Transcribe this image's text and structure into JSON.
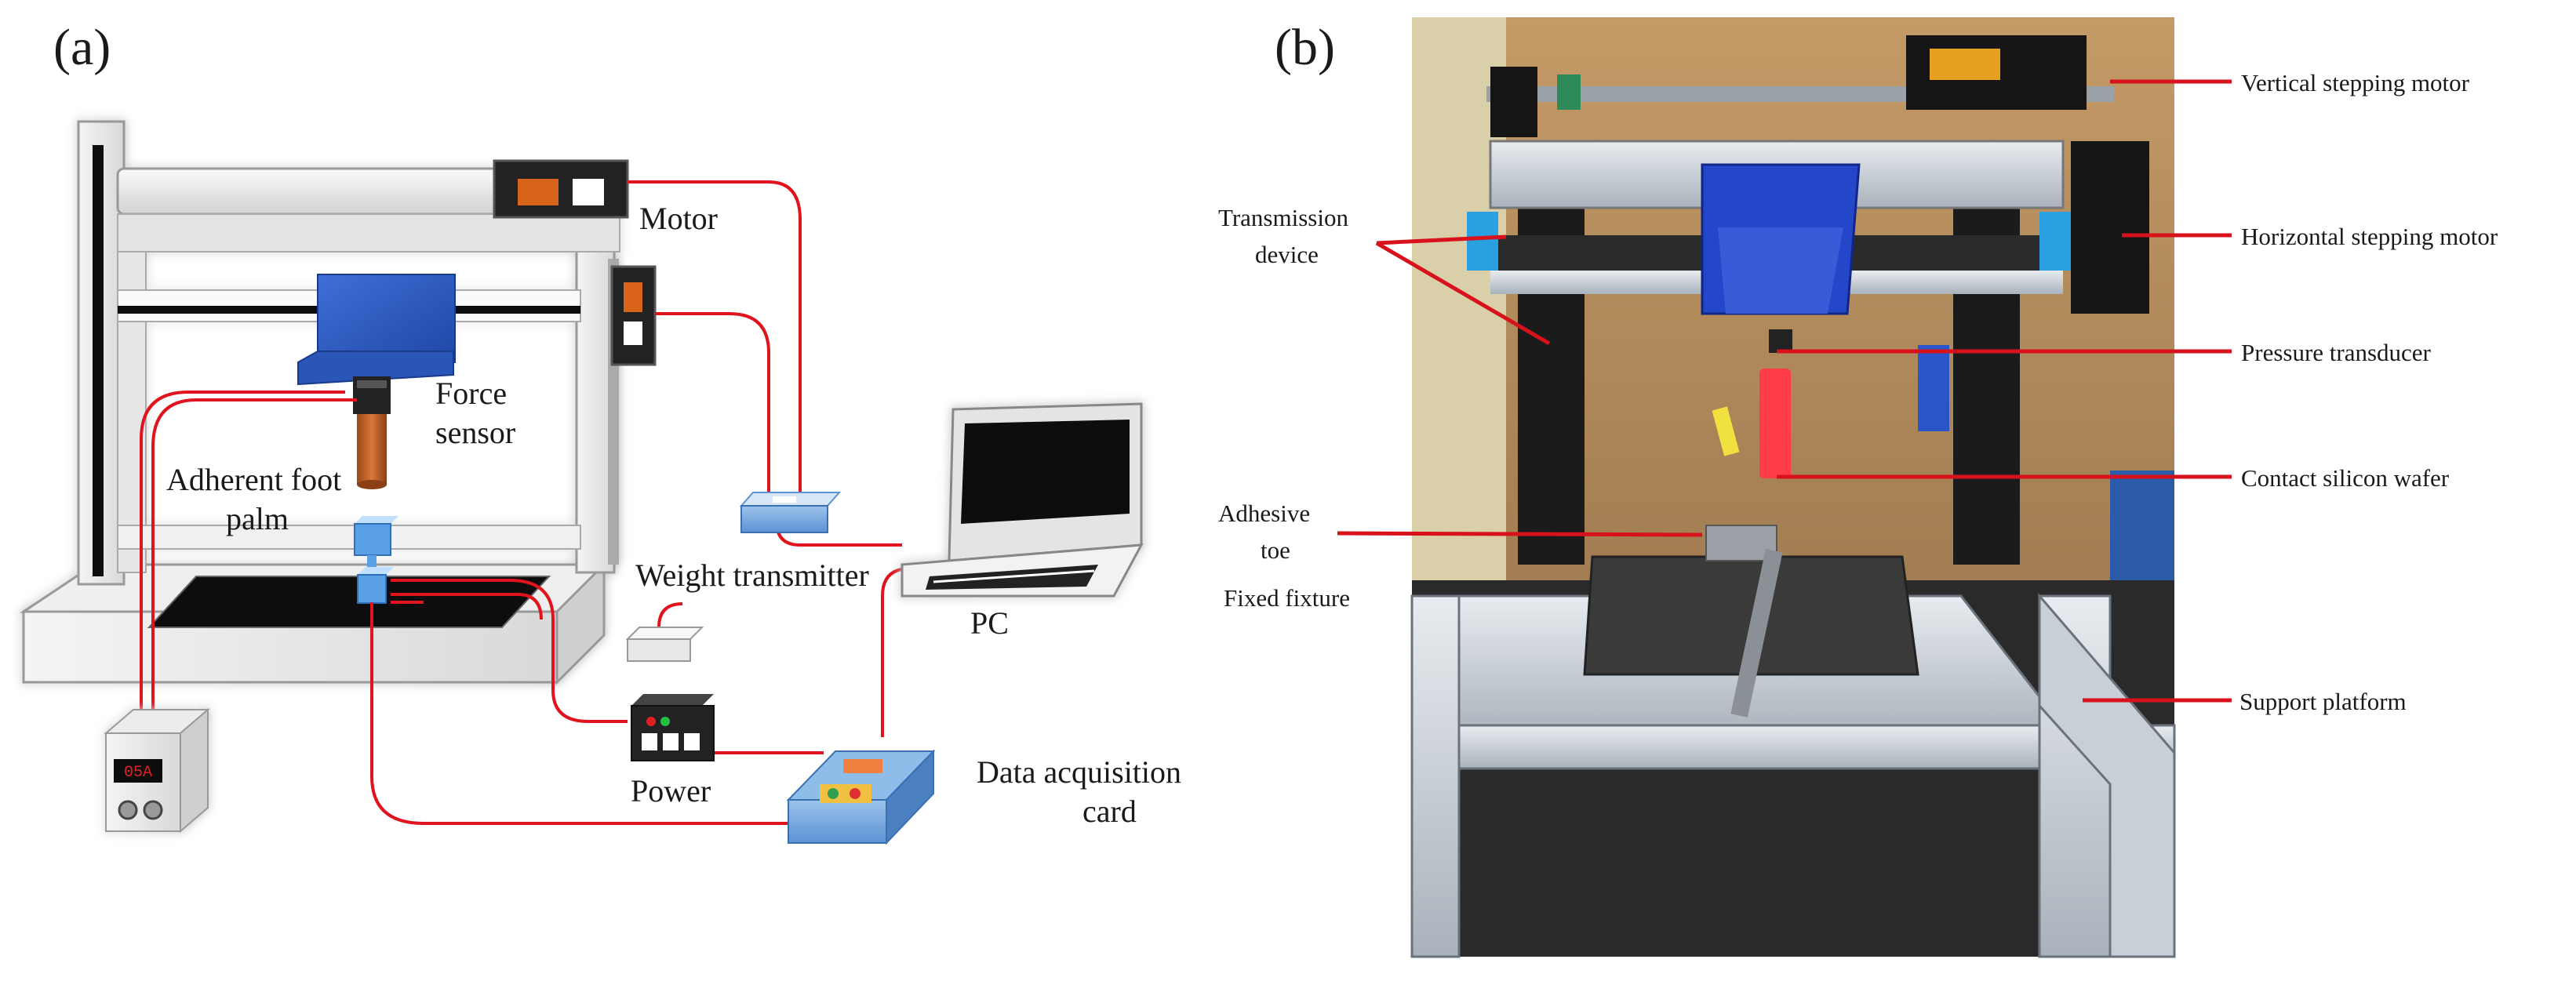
{
  "panels": {
    "a": {
      "tag": "(a)",
      "labels": {
        "motor": "Motor",
        "force_sensor_1": "Force",
        "force_sensor_2": "sensor",
        "foot_palm_1": "Adherent foot",
        "foot_palm_2": "palm",
        "weight_transmitter": "Weight transmitter",
        "pc": "PC",
        "power": "Power",
        "daq_1": "Data acquisition",
        "daq_2": "card"
      },
      "power_display": "05A"
    },
    "b": {
      "tag": "(b)",
      "labels": {
        "vertical_motor": "Vertical stepping motor",
        "horizontal_motor": "Horizontal stepping motor",
        "transmission_1": "Transmission",
        "transmission_2": "device",
        "pressure_transducer": "Pressure transducer",
        "contact_wafer": "Contact silicon wafer",
        "adhesive_toe_1": "Adhesive",
        "adhesive_toe_2": "toe",
        "fixed_fixture": "Fixed fixture",
        "support_platform": "Support platform"
      }
    }
  },
  "colors": {
    "wire": "#e0141e",
    "leader": "#d8121c",
    "sensor_blue": "#2f5fc4",
    "motor_orange": "#d8641c",
    "rod_orange": "#c9672a"
  }
}
